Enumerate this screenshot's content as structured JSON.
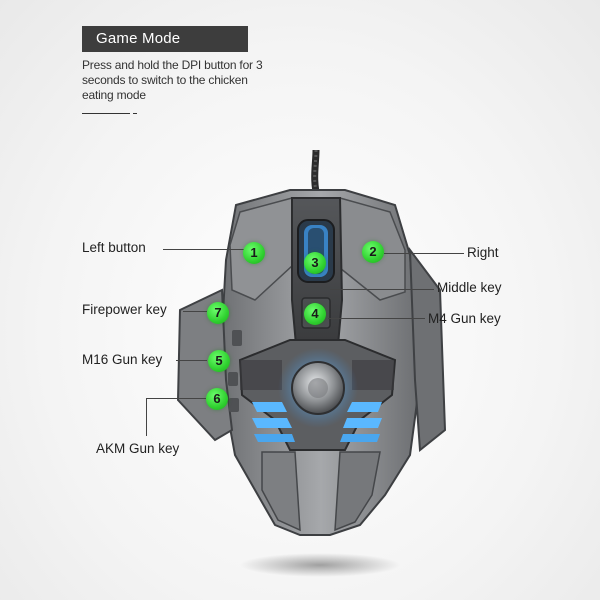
{
  "header": {
    "title": "Game Mode",
    "description": "Press and hold the DPI button for 3 seconds to switch to the chicken eating mode"
  },
  "callouts": {
    "left_button": "Left button",
    "right": "Right",
    "middle_key": "Middle key",
    "m4_gun_key": "M4 Gun key",
    "firepower_key": "Firepower key",
    "m16_gun_key": "M16 Gun key",
    "akm_gun_key": "AKM Gun key"
  },
  "badges": {
    "b1": "1",
    "b2": "2",
    "b3": "3",
    "b4": "4",
    "b5": "5",
    "b6": "6",
    "b7": "7"
  },
  "colors": {
    "badge": "#33d633",
    "accent_light": "#5ab8ff",
    "body": "#8a8c8f",
    "header_bg": "#3d3d3d"
  }
}
